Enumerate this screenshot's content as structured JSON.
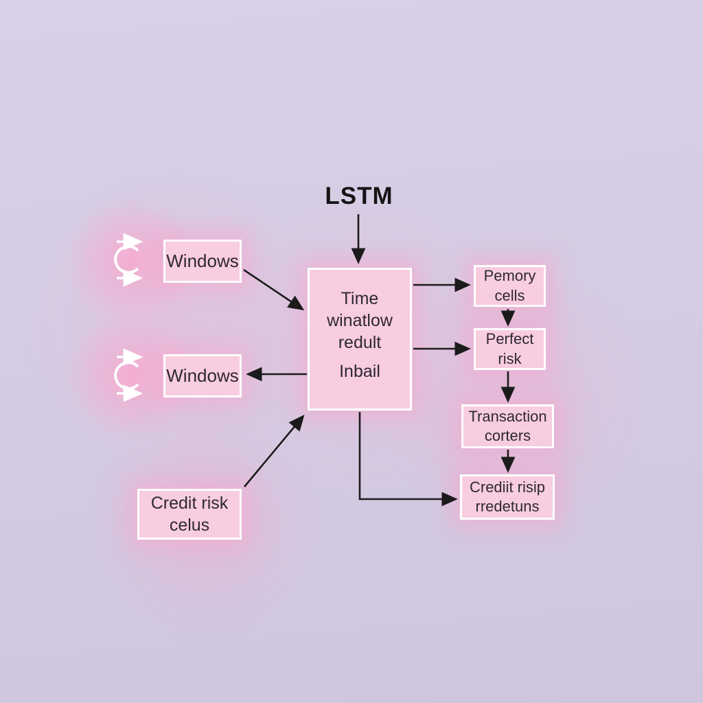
{
  "title": "LSTM",
  "boxes": {
    "windows_top": "Windows",
    "windows_bottom": "Windows",
    "center_top": "Time winatlow redult",
    "center_bottom": "Inbail",
    "memory_cells": "Pemory cells",
    "perfect_risk": "Perfect risk",
    "transaction": "Transaction corters",
    "credit_outputs": "Crediit risip rredetuns",
    "credit_risk": "Credit risk celus"
  },
  "icons": {
    "left_top": "loop-arrows-icon",
    "left_bottom": "loop-arrows-icon"
  },
  "colors": {
    "background": "#d4cbe2",
    "box_fill": "#f8cde0",
    "box_border": "#ffffff",
    "glow": "#f5aed2",
    "arrow": "#1b1b1b",
    "icon": "#ffffff",
    "text": "#2e2833",
    "title_text": "#141414"
  }
}
